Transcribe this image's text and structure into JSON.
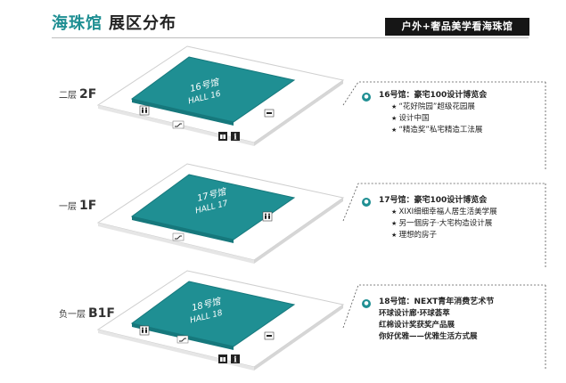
{
  "header": {
    "title_main": "海珠馆",
    "title_sub": "展区分布",
    "badge": "户外+奢品美学看海珠馆"
  },
  "floors": [
    {
      "prefix": "二层",
      "level": "2F",
      "hall_cn": "16号馆",
      "hall_en": "HALL 16",
      "info_head": "16号馆：豪宅100设计博览会",
      "info_items": [
        "“花好院园”超级花园展",
        "设计中国",
        "“精造奖”私宅精造工法展"
      ]
    },
    {
      "prefix": "一层",
      "level": "1F",
      "hall_cn": "17号馆",
      "hall_en": "HALL 17",
      "info_head": "17号馆：豪宅100设计博览会",
      "info_items": [
        "XIXI细细幸福人居生活美学展",
        "另一個房子·大宅构造设计展",
        "理想的房子"
      ]
    },
    {
      "prefix": "负一层",
      "level": "B1F",
      "hall_cn": "18号馆",
      "hall_en": "HALL 18",
      "info_head": "18号馆：NEXT青年消费艺术节",
      "info_lines": [
        "环球设计廊·环球荟萃",
        "红棉设计奖获奖产品展",
        "你好优雅——优雅生活方式展"
      ]
    }
  ],
  "colors": {
    "teal": "#1f8f93",
    "teal_dark": "#16787c",
    "slab_edge": "#d9d9d9"
  },
  "icons": [
    "restroom-icon",
    "escalator-icon",
    "elevator-icon",
    "info-icon",
    "service-desk-icon"
  ]
}
